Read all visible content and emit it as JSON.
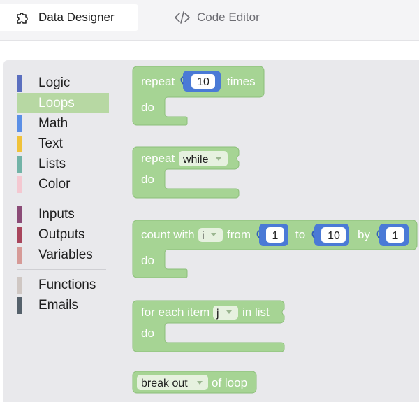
{
  "tabs": [
    {
      "label": "Data Designer",
      "icon": "puzzle-icon",
      "active": true
    },
    {
      "label": "Code Editor",
      "icon": "code-icon",
      "active": false
    }
  ],
  "toolbox": {
    "groups": [
      [
        {
          "label": "Logic",
          "color": "#5b6fbf"
        },
        {
          "label": "Loops",
          "color": "#5ba55b",
          "selected": true
        },
        {
          "label": "Math",
          "color": "#5b8fe6"
        },
        {
          "label": "Text",
          "color": "#f0c23a"
        },
        {
          "label": "Lists",
          "color": "#72b3a7"
        },
        {
          "label": "Color",
          "color": "#f4c8d1"
        }
      ],
      [
        {
          "label": "Inputs",
          "color": "#8b4b77"
        },
        {
          "label": "Outputs",
          "color": "#a8455c"
        },
        {
          "label": "Variables",
          "color": "#d69a97"
        }
      ],
      [
        {
          "label": "Functions",
          "color": "#cfc7c3"
        },
        {
          "label": "Emails",
          "color": "#55616b"
        }
      ]
    ]
  },
  "blocks": {
    "color": "#a6d494",
    "input_color": "#4a7ad6",
    "repeat": {
      "label": "repeat",
      "value": "10",
      "suffix": "times",
      "do": "do"
    },
    "repeat_while": {
      "label": "repeat",
      "mode": "while",
      "do": "do"
    },
    "count_with": {
      "label": "count with",
      "var": "i",
      "from_label": "from",
      "from": "1",
      "to_label": "to",
      "to": "10",
      "by_label": "by",
      "by": "1",
      "do": "do"
    },
    "for_each": {
      "label": "for each item",
      "var": "j",
      "in_label": "in list",
      "do": "do"
    },
    "break": {
      "mode": "break out",
      "suffix": "of loop"
    }
  }
}
